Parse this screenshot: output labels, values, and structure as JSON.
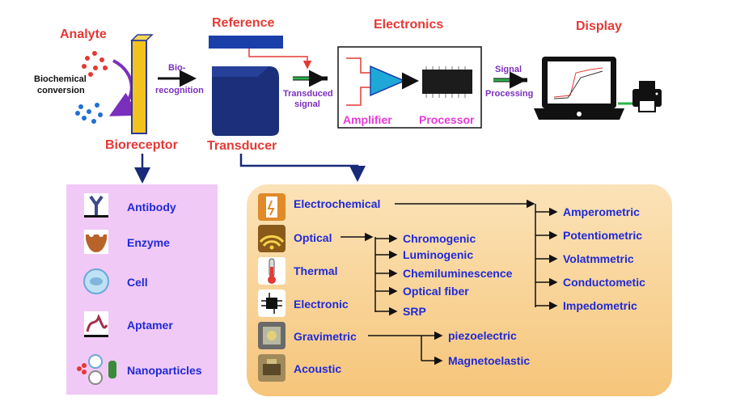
{
  "top": {
    "analyte": "Analyte",
    "biochemical_conversion_1": "Biochemical",
    "biochemical_conversion_2": "conversion",
    "bioreceptor": "Bioreceptor",
    "biorecognition_1": "Bio-",
    "biorecognition_2": "recognition",
    "reference": "Reference",
    "transducer": "Transducer",
    "transduced_signal_1": "Transduced",
    "transduced_signal_2": "signal",
    "electronics": "Electronics",
    "amplifier": "Amplifier",
    "processor": "Processor",
    "signal_processing_1": "Signal",
    "signal_processing_2": "Processing",
    "display": "Display"
  },
  "bioreceptors": [
    "Antibody",
    "Enzyme",
    "Cell",
    "Aptamer",
    "Nanoparticles"
  ],
  "transducers": [
    "Electrochemical",
    "Optical",
    "Thermal",
    "Electronic",
    "Gravimetric",
    "Acoustic"
  ],
  "optical_types": [
    "Chromogenic",
    "Luminogenic",
    "Chemiluminescence",
    "Optical fiber",
    "SRP"
  ],
  "electrochemical_types": [
    "Amperometric",
    "Potentiometric",
    "Volatmmetric",
    "Conductometic",
    "Impedometric"
  ],
  "gravimetric_types": [
    "piezoelectric",
    "Magnetoelastic"
  ],
  "colors": {
    "red": "#e53935",
    "blue": "#1f2ad6",
    "purple": "#7a2fbd",
    "magenta": "#e83ad6",
    "navy": "#1a2a5a",
    "green": "#2db34a"
  }
}
